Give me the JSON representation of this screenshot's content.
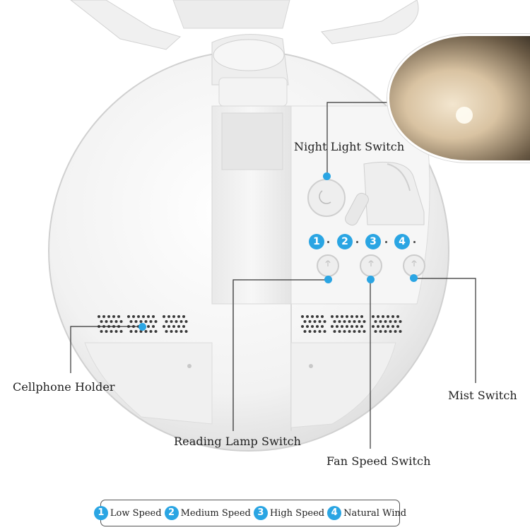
{
  "callouts": {
    "night_light": "Night Light Switch",
    "cellphone_holder": "Cellphone Holder",
    "mist_switch": "Mist Switch",
    "reading_lamp": "Reading Lamp Switch",
    "fan_speed": "Fan Speed Switch"
  },
  "speed_buttons": [
    "1",
    "2",
    "3",
    "4"
  ],
  "legend": [
    {
      "num": "1",
      "text": "Low Speed"
    },
    {
      "num": "2",
      "text": "Medium Speed"
    },
    {
      "num": "3",
      "text": "High Speed"
    },
    {
      "num": "4",
      "text": "Natural Wind"
    }
  ],
  "colors": {
    "accent": "#2aa5e3",
    "body": "#f4f4f4",
    "line": "#333333"
  }
}
